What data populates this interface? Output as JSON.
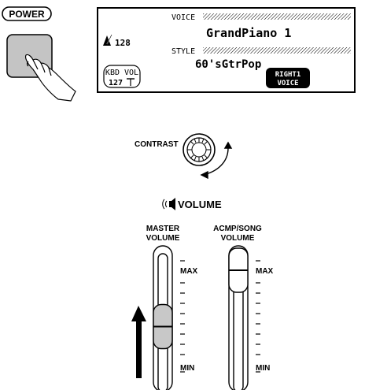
{
  "power": {
    "label": "POWER"
  },
  "lcd": {
    "tempo_icon": "metronome-icon",
    "tempo_value": "128",
    "voice_label": "VOICE",
    "voice_name": "GrandPiano 1",
    "style_label": "STYLE",
    "style_name": "60'sGtrPop",
    "kbd_vol_label": "KBD VOL",
    "kbd_vol_value": "127",
    "part_badge_line1": "RIGHT1",
    "part_badge_line2": "VOICE"
  },
  "contrast": {
    "label": "CONTRAST"
  },
  "volume": {
    "heading": "VOLUME",
    "heading_icon": "speaker-icon",
    "master": {
      "label_line1": "MASTER",
      "label_line2": "VOLUME",
      "max_label": "MAX",
      "min_label": "MIN",
      "level": 0.45
    },
    "acmp": {
      "label_line1": "ACMP/SONG",
      "label_line2": "VOLUME",
      "max_label": "MAX",
      "min_label": "MIN",
      "level": 1.0
    }
  }
}
